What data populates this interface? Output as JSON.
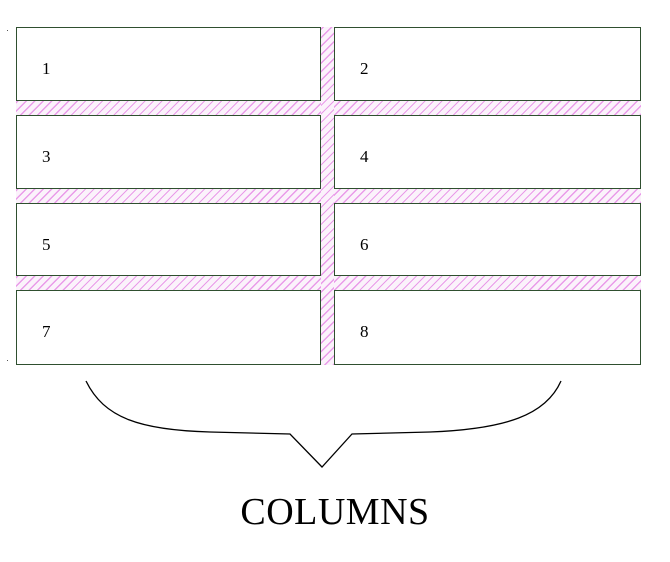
{
  "cells": [
    "1",
    "2",
    "3",
    "4",
    "5",
    "6",
    "7",
    "8"
  ],
  "caption": "COLUMNS",
  "colors": {
    "frame": "#a020f0",
    "cell_border": "#2f4f2f",
    "gap_hatch": "#e68ce6",
    "brace": "#000000"
  }
}
